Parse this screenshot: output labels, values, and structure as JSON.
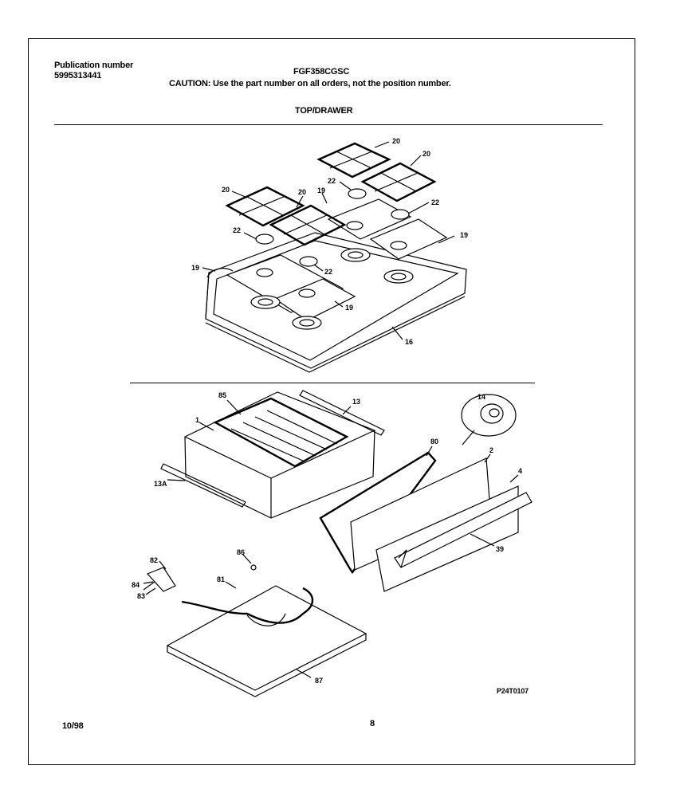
{
  "header": {
    "publication_label": "Publication number",
    "publication_number": "5995313441",
    "model_number": "FGF358CGSC",
    "caution": "CAUTION:  Use the part number on all orders, not the position number.",
    "section_title": "TOP/DRAWER"
  },
  "diagram": {
    "figure_code": "P24T0107",
    "callouts": {
      "grate_a": "20",
      "grate_b": "20",
      "grate_c": "20",
      "grate_d": "20",
      "cap_a": "22",
      "cap_b": "22",
      "cap_c": "22",
      "cap_d": "22",
      "burner_pan_a": "19",
      "burner_pan_b": "19",
      "burner_pan_c": "19",
      "burner_pan_d": "19",
      "cooktop": "16",
      "rack": "85",
      "drawer_box": "1",
      "slide_right": "13",
      "slide_left": "13A",
      "knob": "14",
      "gasket": "80",
      "drawer_front": "2",
      "trim": "4",
      "handle": "39",
      "bracket": "82",
      "clip": "84",
      "screw_a": "83",
      "screw_b": "86",
      "element": "81",
      "bottom_panel": "87"
    }
  },
  "footer": {
    "date": "10/98",
    "page_number": "8"
  }
}
